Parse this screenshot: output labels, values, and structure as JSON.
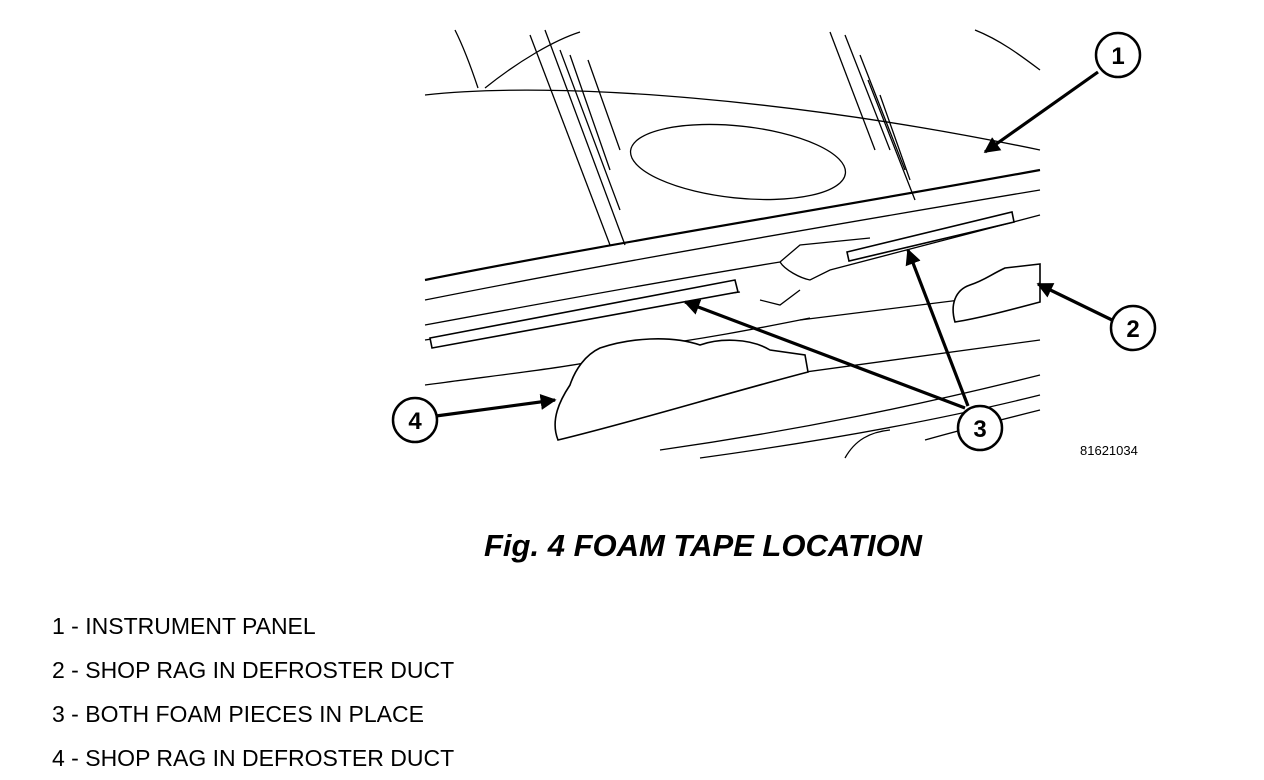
{
  "figure": {
    "id_code": "81621034",
    "caption": "Fig. 4 FOAM TAPE LOCATION"
  },
  "callouts": [
    "1",
    "2",
    "3",
    "4"
  ],
  "legend": [
    "1 - INSTRUMENT PANEL",
    "2 - SHOP RAG IN DEFROSTER DUCT",
    "3 - BOTH FOAM PIECES IN PLACE",
    "4 - SHOP RAG IN DEFROSTER DUCT"
  ]
}
